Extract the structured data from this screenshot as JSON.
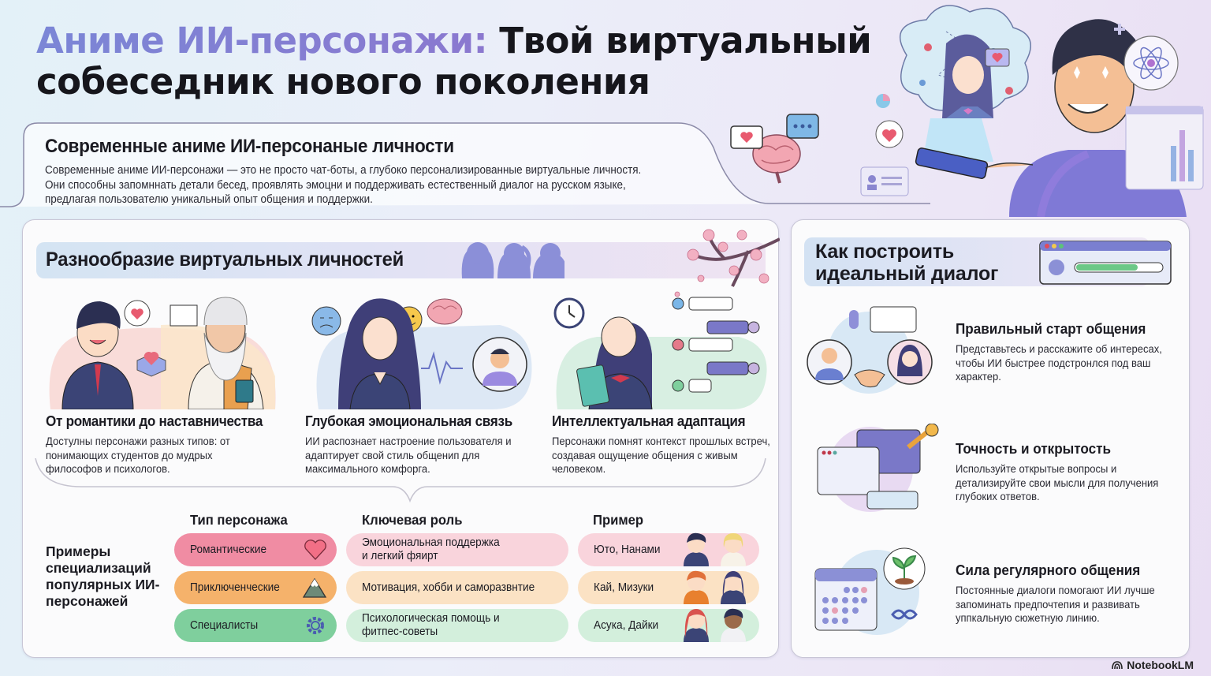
{
  "title": {
    "accent": "Аниме ИИ-персонажи:",
    "rest_line1": "Твой виртуальный",
    "line2": "собеседник нового поколения"
  },
  "intro": {
    "heading": "Современные аниме ИИ-персонаные личности",
    "body": "Современные аниме ИИ-персонажи — это не просто чат-боты, а глубоко персонализированные виртуальные личностя. Они способны запомннать детали бесед, проявлять эмоцни и поддерживать естественный диалог на русском языке, предлагая пользователю уникальный опыт общения и поддержки."
  },
  "diversity": {
    "heading": "Разнообразие виртуальных личностей",
    "columns": [
      {
        "title": "От романтики до наставничества",
        "body": "Достулны персонажи разных типов: от понимающих студентов до мудрых философов и психологов.",
        "illustration": "student-and-sage-illustration"
      },
      {
        "title": "Глубокая эмоциональная связь",
        "body": "ИИ распознает настроение пользователя и адаптирует свой стиль общенип для максимального комфорга.",
        "illustration": "emotion-recognition-illustration"
      },
      {
        "title": "Интеллектуальная адаптация",
        "body": "Персонажи помнят контекст прошлых встреч, создавая ощущение общения с живым человеком.",
        "illustration": "chat-memory-illustration"
      }
    ]
  },
  "examples": {
    "row_label": "Примеры специализаций популярных ИИ-персонажей",
    "headers": [
      "Тип персонажа",
      "Ключевая роль",
      "Пример"
    ],
    "rows": [
      {
        "type": "Романтические",
        "icon": "heart-icon",
        "role": "Эмоциональная поддержка и легкий фяирт",
        "example": "Юто, Нанами",
        "color": "#f08ca3",
        "soft": "#f9d3dc"
      },
      {
        "type": "Приключенческие",
        "icon": "mountain-icon",
        "role": "Мотивация, хобби и саморазвнтие",
        "example": "Кай, Мизуки",
        "color": "#f5b26b",
        "soft": "#fbe2c4"
      },
      {
        "type": "Специалисты",
        "icon": "gear-icon",
        "role": "Психологическая помощь и фитпес-советы",
        "example": "Асука, Дайки",
        "color": "#7fcf9d",
        "soft": "#d3efdc"
      }
    ]
  },
  "dialog": {
    "heading": "Как построить идеальный диалог",
    "items": [
      {
        "title": "Правильный старт общения",
        "body": "Представьтесь и расскажите об интересах, чтобы ИИ быстрее подстронлся под ваш характер.",
        "illustration": "handshake-illustration"
      },
      {
        "title": "Точность и открытость",
        "body": "Используйте открытые вопросы и детализируйте свои мысли для получения глубоких ответов.",
        "illustration": "chat-key-illustration"
      },
      {
        "title": "Сила регулярного общения",
        "body": "Постоянные диалоги помогают ИИ лучше запоминать предпочтепия и развивать уппкальную сюжетную линию.",
        "illustration": "calendar-growth-illustration"
      }
    ]
  },
  "brand": "NotebookLM",
  "colors": {
    "accent": "#7b80d4",
    "purple": "#8c7ad0",
    "pink": "#f08ca3",
    "orange": "#f5b26b",
    "green": "#7fcf9d"
  }
}
